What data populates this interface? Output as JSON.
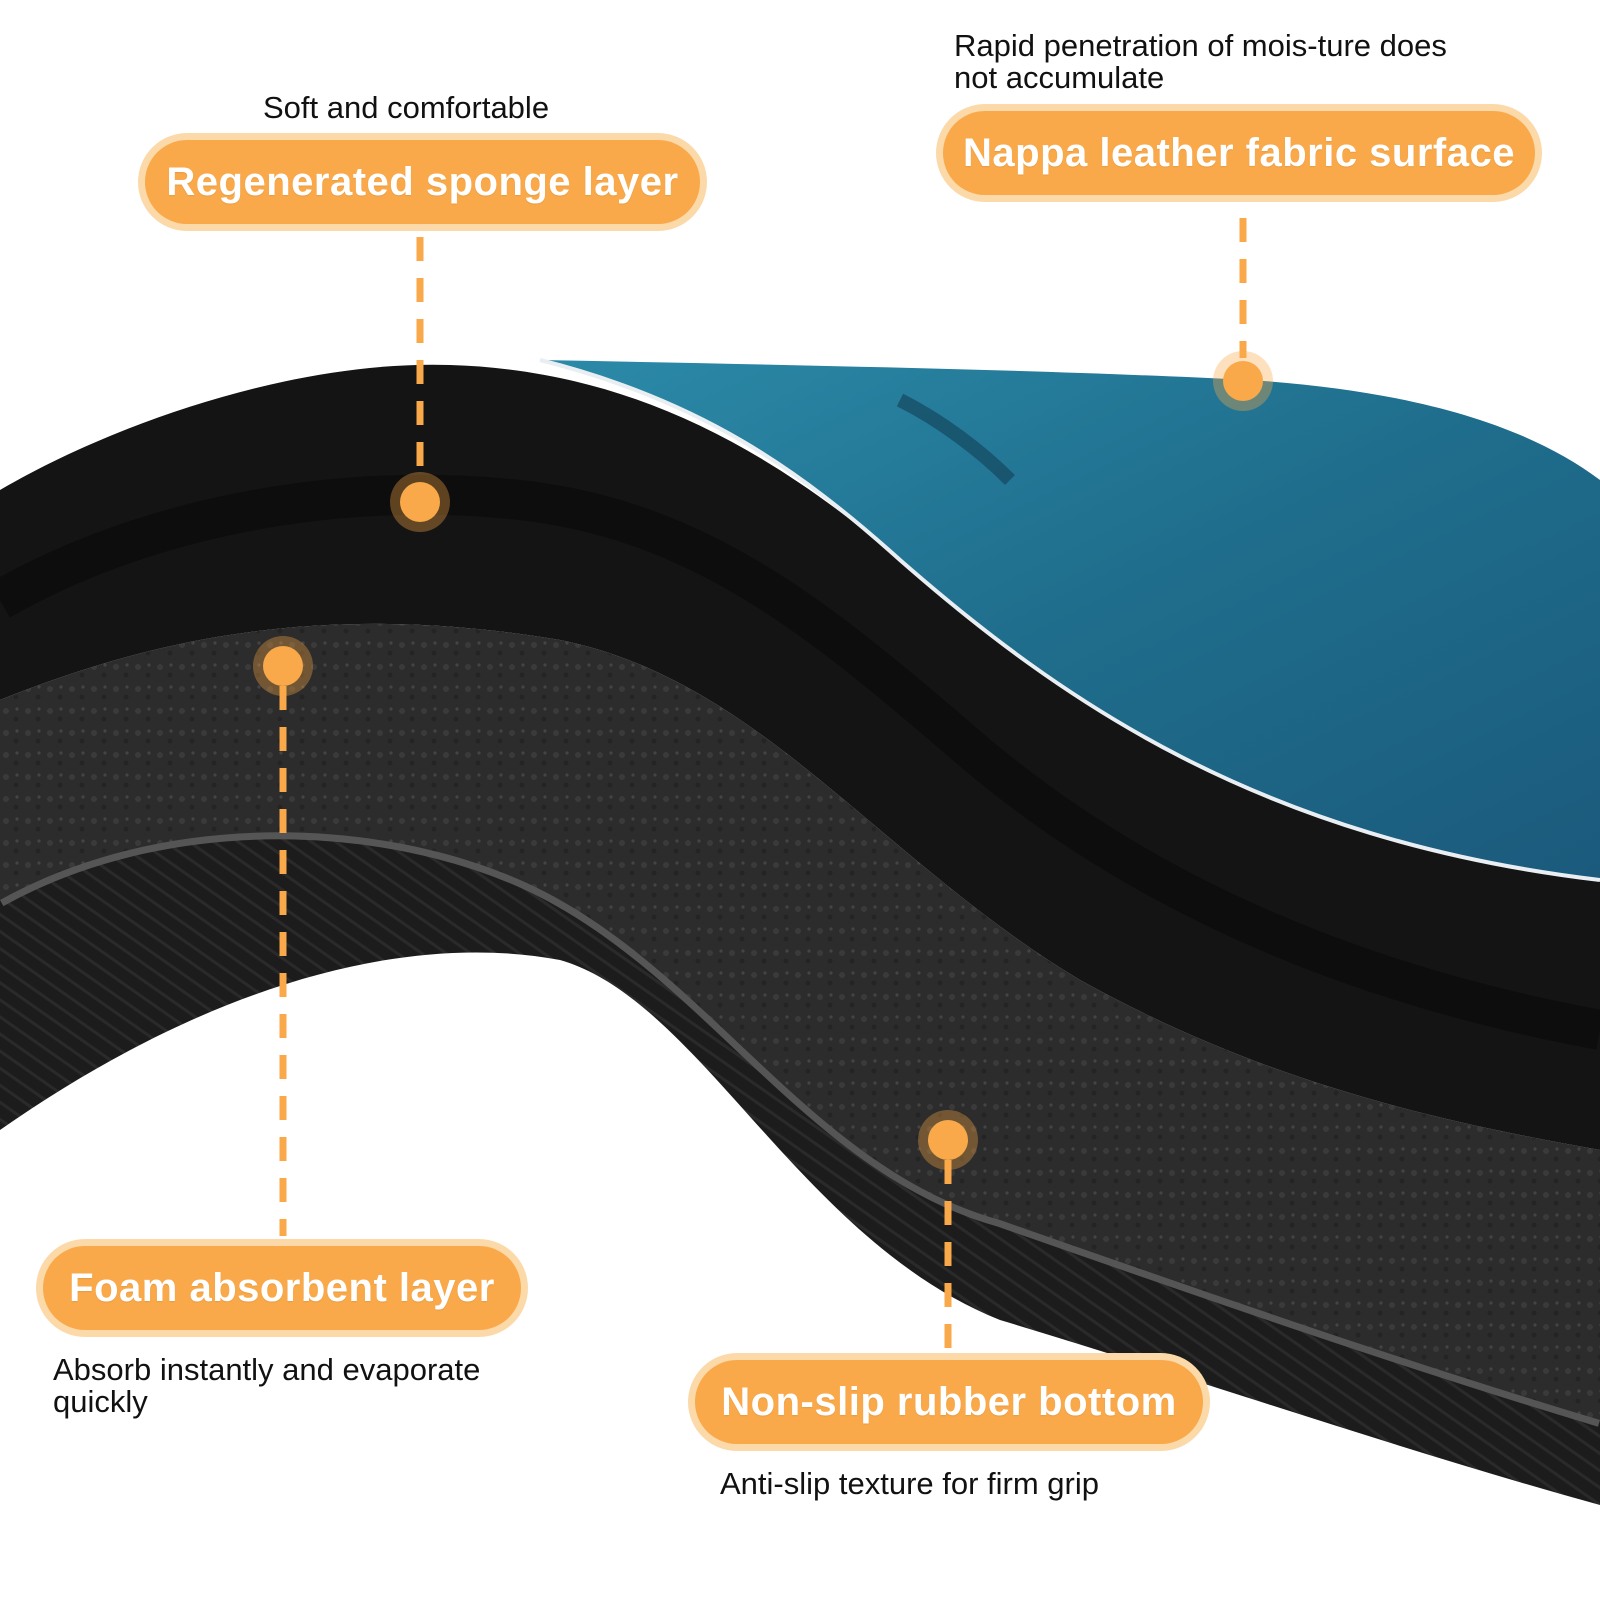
{
  "labels": {
    "sponge": {
      "title": "Regenerated sponge layer",
      "caption": "Soft and comfortable"
    },
    "nappa": {
      "title": "Nappa leather fabric surface",
      "caption_line1": "Rapid penetration of mois-ture does",
      "caption_line2": "not accumulate"
    },
    "foam": {
      "title": "Foam absorbent layer",
      "caption_line1": "Absorb instantly and evaporate",
      "caption_line2": "quickly"
    },
    "rubber": {
      "title": "Non-slip rubber bottom",
      "caption": "Anti-slip texture for firm grip"
    }
  },
  "colors": {
    "accent": "#f9a949",
    "accent_halo": "#fcd9a8",
    "surface_blue": "#1f6d8c",
    "layer_black": "#141414",
    "foam_gray": "#2e2e2e"
  }
}
